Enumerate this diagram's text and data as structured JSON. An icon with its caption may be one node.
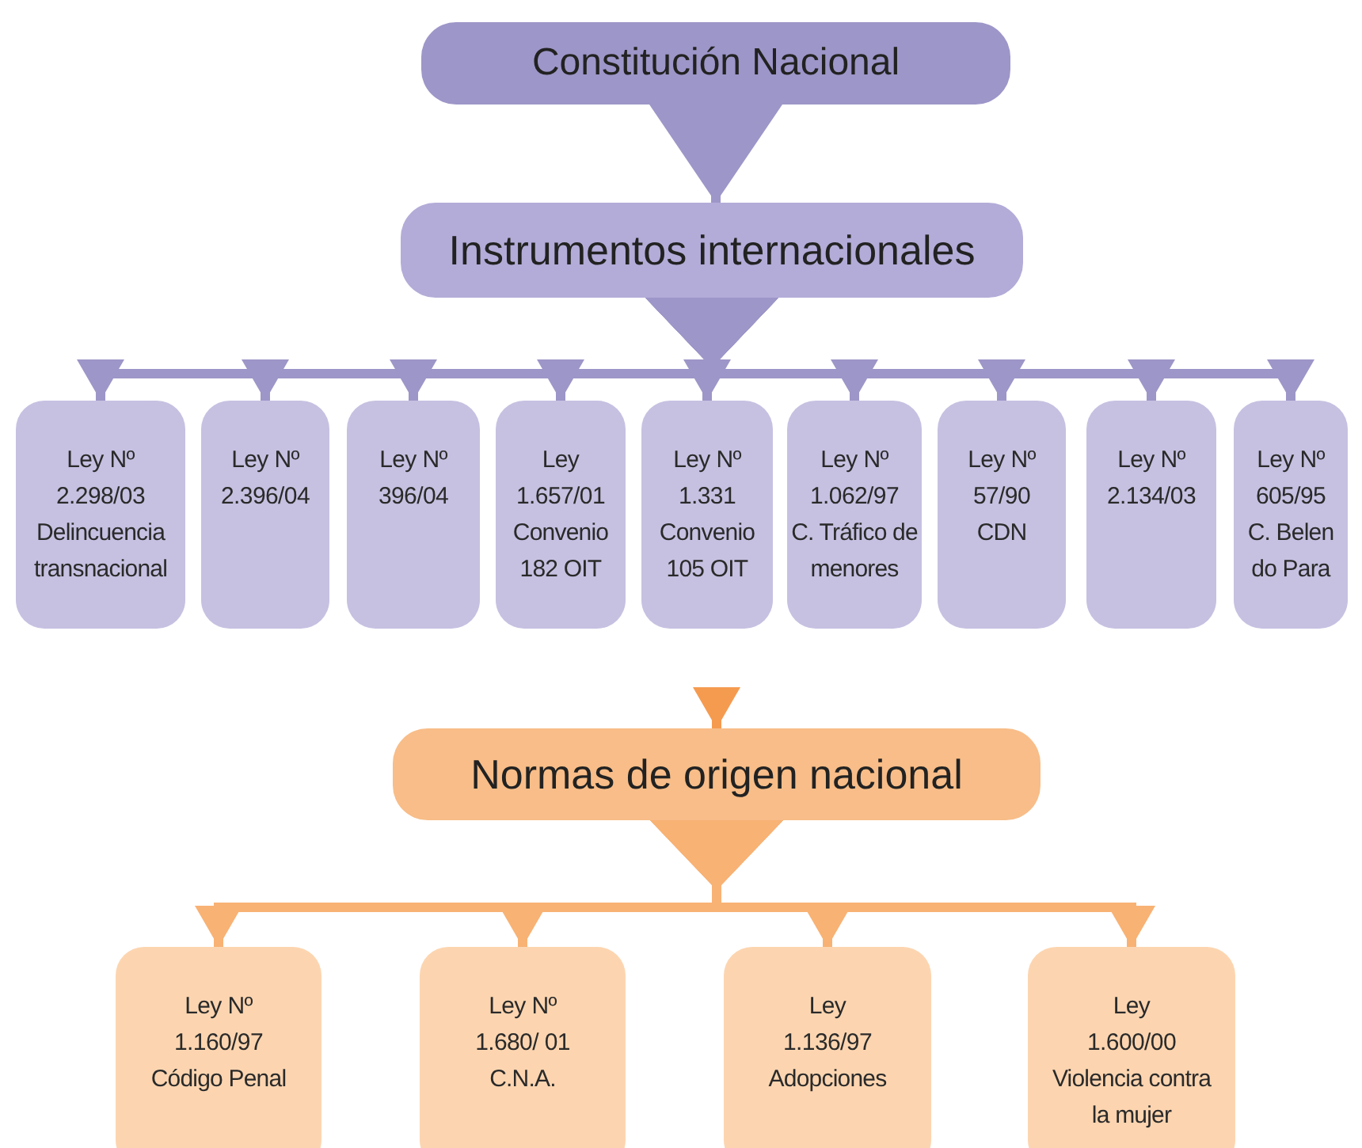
{
  "diagram": {
    "nodes": [
      {
        "text": [
          "Constitución Nacional"
        ]
      },
      {
        "text": [
          "Instrumentos internacionales"
        ]
      },
      {
        "text": [
          "Ley Nº 2.298/03",
          "Delincuencia transnacional"
        ]
      },
      {
        "text": [
          "Ley Nº 2.396/04"
        ]
      },
      {
        "text": [
          "Ley Nº 396/04"
        ]
      },
      {
        "text": [
          "Ley 1.657/01",
          "Convenio 182 OIT"
        ]
      },
      {
        "text": [
          "Ley Nº 1.331",
          "Convenio 105 OIT"
        ]
      },
      {
        "text": [
          "Ley Nº 1.062/97",
          "C. Tráfico de menores"
        ]
      },
      {
        "text": [
          "Ley Nº 57/90",
          "CDN"
        ]
      },
      {
        "text": [
          "Ley Nº 2.134/03"
        ]
      },
      {
        "text": [
          "Ley Nº 605/95",
          "C. Belen do Para"
        ]
      },
      {
        "text": [
          "Normas de origen nacional"
        ]
      },
      {
        "text": [
          "Ley Nº 1.160/97",
          "Código Penal"
        ]
      },
      {
        "text": [
          "Ley Nº 1.680/ 01",
          "C.N.A."
        ]
      },
      {
        "text": [
          "Ley 1.136/97",
          "Adopciones"
        ]
      },
      {
        "text": [
          "Ley 1.600/00",
          "Violencia contra la mujer"
        ]
      }
    ],
    "edges": [
      {
        "from": 0,
        "to": 1,
        "arrow": "to"
      },
      {
        "from": 1,
        "to": 2,
        "arrow": "to"
      },
      {
        "from": 1,
        "to": 3,
        "arrow": "to"
      },
      {
        "from": 1,
        "to": 4,
        "arrow": "to"
      },
      {
        "from": 1,
        "to": 5,
        "arrow": "to"
      },
      {
        "from": 1,
        "to": 6,
        "arrow": "to"
      },
      {
        "from": 1,
        "to": 7,
        "arrow": "to"
      },
      {
        "from": 1,
        "to": 8,
        "arrow": "to"
      },
      {
        "from": 1,
        "to": 9,
        "arrow": "to"
      },
      {
        "from": 1,
        "to": 10,
        "arrow": "to"
      },
      {
        "from": null,
        "to": 11,
        "arrow": "to",
        "color": "#f59b50"
      },
      {
        "from": 11,
        "to": 12,
        "arrow": "to",
        "color": "#f8b274"
      },
      {
        "from": 11,
        "to": 13,
        "arrow": "to",
        "color": "#f8b274"
      },
      {
        "from": 11,
        "to": 14,
        "arrow": "to",
        "color": "#f8b274"
      },
      {
        "from": 11,
        "to": 15,
        "arrow": "to",
        "color": "#f8b274"
      }
    ]
  }
}
